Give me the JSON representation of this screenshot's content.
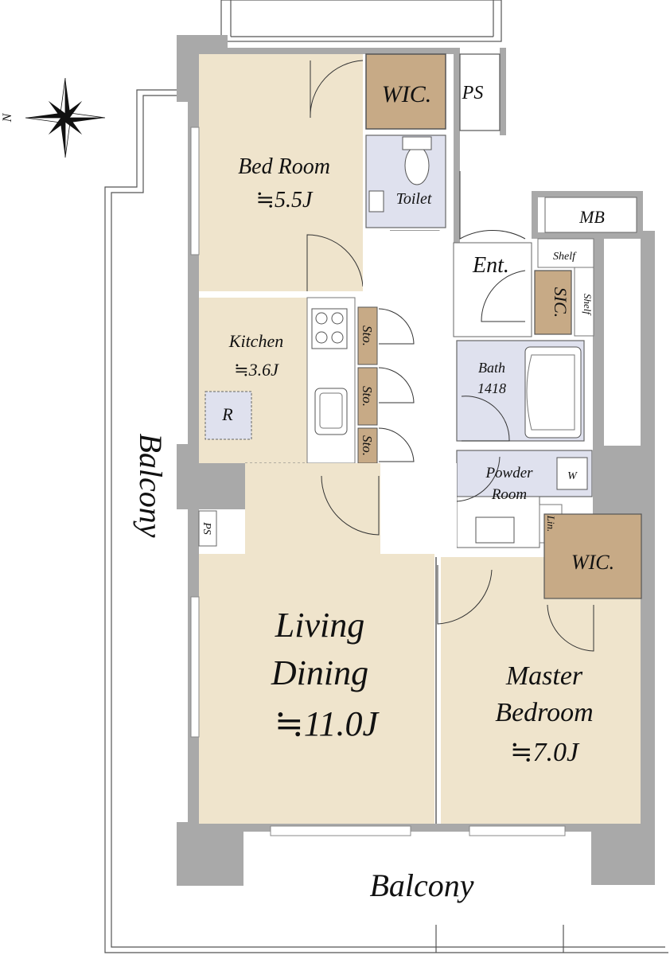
{
  "compass": {
    "north_label": "N"
  },
  "rooms": {
    "bedroom": {
      "name": "Bed Room",
      "area": "≒5.5J"
    },
    "wic_top": {
      "name": "WIC."
    },
    "ps_top": {
      "name": "PS"
    },
    "toilet": {
      "name": "Toilet"
    },
    "mb": {
      "name": "MB"
    },
    "entrance": {
      "name": "Ent."
    },
    "shelf_top": {
      "name": "Shelf"
    },
    "shelf_side": {
      "name": "Shelf"
    },
    "sic": {
      "name": "SIC."
    },
    "kitchen": {
      "name": "Kitchen",
      "area": "≒3.6J"
    },
    "fridge": {
      "name": "R"
    },
    "storage": [
      "Sto.",
      "Sto.",
      "Sto."
    ],
    "bath": {
      "name": "Bath",
      "size": "1418"
    },
    "powder": {
      "name": "Powder",
      "name2": "Room"
    },
    "washer": {
      "name": "W"
    },
    "linen": {
      "name": "Lin."
    },
    "ps_left": {
      "name": "PS"
    },
    "wic_master": {
      "name": "WIC."
    },
    "living": {
      "line1": "Living",
      "line2": "Dining",
      "area": "≒11.0J"
    },
    "master": {
      "line1": "Master",
      "line2": "Bedroom",
      "area": "≒7.0J"
    }
  },
  "balconies": {
    "side": "Balcony",
    "bottom": "Balcony"
  },
  "colors": {
    "floor_tan": "#efe4cc",
    "closet_brown": "#c7aa86",
    "wet_area": "#dfe1ee",
    "wall_gray": "#a9a9a9"
  }
}
